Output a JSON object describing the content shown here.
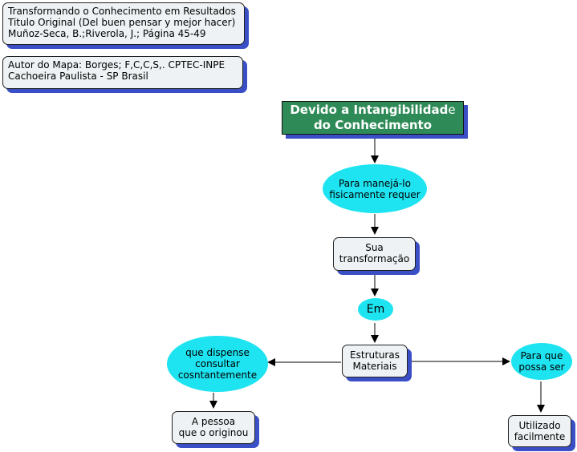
{
  "notes": {
    "source": {
      "line1": "Transformando o Conhecimento  em Resultados",
      "line2": "Titulo Original (Del buen pensar y mejor hacer)",
      "line3": "Muñoz-Seca, B.;Riverola, J.; Página 45-49"
    },
    "author": {
      "line1": "Autor do Mapa: Borges; F,C,C,S,. CPTEC-INPE",
      "line2": "Cachoeira Paulista - SP Brasil"
    }
  },
  "nodes": {
    "root": {
      "line1_bold": "Devido a Intangibilidad",
      "line1_tail": "e",
      "line2": "do  Conhecimento"
    },
    "para_manejar": {
      "line1": "Para manejá-lo",
      "line2": "fisicamente requer"
    },
    "transformacao": {
      "line1": "Sua",
      "line2": "transformação"
    },
    "em": {
      "label": "Em"
    },
    "estruturas": {
      "line1": "Estruturas",
      "line2": "Materiais"
    },
    "dispense": {
      "line1": "que dispense",
      "line2": "consultar",
      "line3": "cosntantemente"
    },
    "pessoa": {
      "line1": "A pessoa",
      "line2": "que o originou"
    },
    "para_que": {
      "line1": "Para que",
      "line2": "possa ser"
    },
    "utilizado": {
      "line1": "Utilizado",
      "line2": "facilmente"
    }
  },
  "colors": {
    "title_fill": "#2e8b57",
    "ellipse_fill": "#1ee3f0",
    "box_fill": "#eef2f4",
    "shadow": "#3a4fc6",
    "line": "#000000"
  }
}
